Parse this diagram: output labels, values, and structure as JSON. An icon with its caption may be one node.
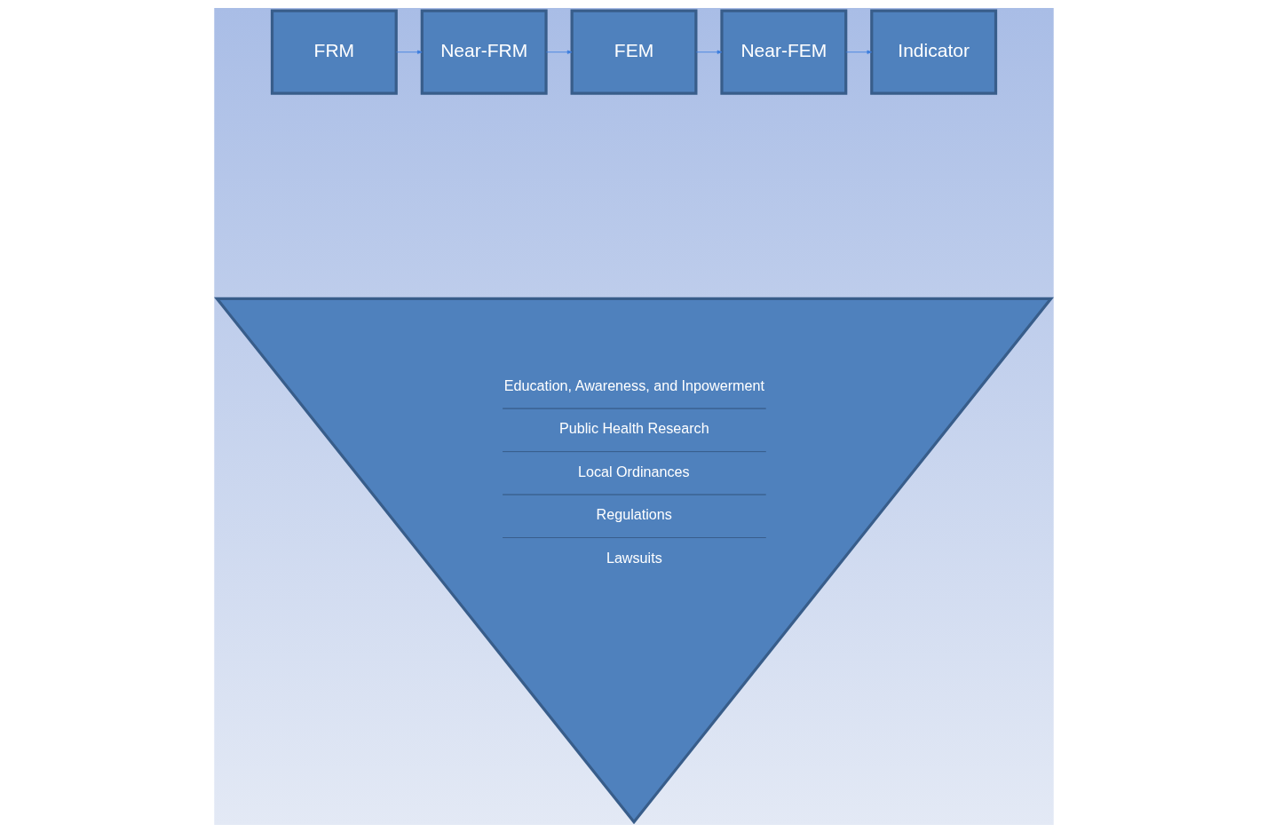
{
  "diagram": {
    "nodes": [
      {
        "text": [
          "FRM"
        ]
      },
      {
        "text": [
          "Near-FRM"
        ]
      },
      {
        "text": [
          "FEM"
        ]
      },
      {
        "text": [
          "Near-FEM"
        ]
      },
      {
        "text": [
          "Indicator"
        ]
      },
      {
        "text": [
          "Education, Awareness, and Inpowerment",
          "Public Health Research",
          "Local Ordinances",
          "Regulations",
          "Lawsuits"
        ]
      }
    ],
    "edges": [
      {
        "from": 0,
        "to": 1,
        "arrow": "to"
      },
      {
        "from": 1,
        "to": 2,
        "arrow": "to"
      },
      {
        "from": 2,
        "to": 3,
        "arrow": "to"
      },
      {
        "from": 3,
        "to": 4,
        "arrow": "to"
      }
    ]
  }
}
